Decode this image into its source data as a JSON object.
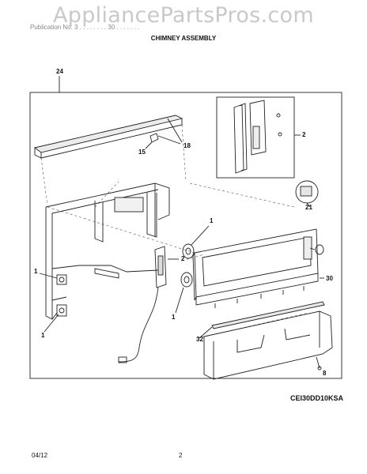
{
  "watermark": "AppliancePartsPros.com",
  "header": {
    "text": "Publication No. 3 . . . . . . . . 30 . . . . . . ."
  },
  "title": "CHIMNEY ASSEMBLY",
  "callouts": {
    "c24": "24",
    "c2a": "2",
    "c18": "18",
    "c15": "15",
    "c21": "21",
    "c1a": "1",
    "c2b": "2",
    "c1b": "1",
    "c1c": "1",
    "c1d": "1",
    "c30": "30",
    "c32": "32",
    "c8": "8"
  },
  "model": "CEI30DD10KSA",
  "footer": {
    "date": "04/12",
    "page": "2"
  }
}
